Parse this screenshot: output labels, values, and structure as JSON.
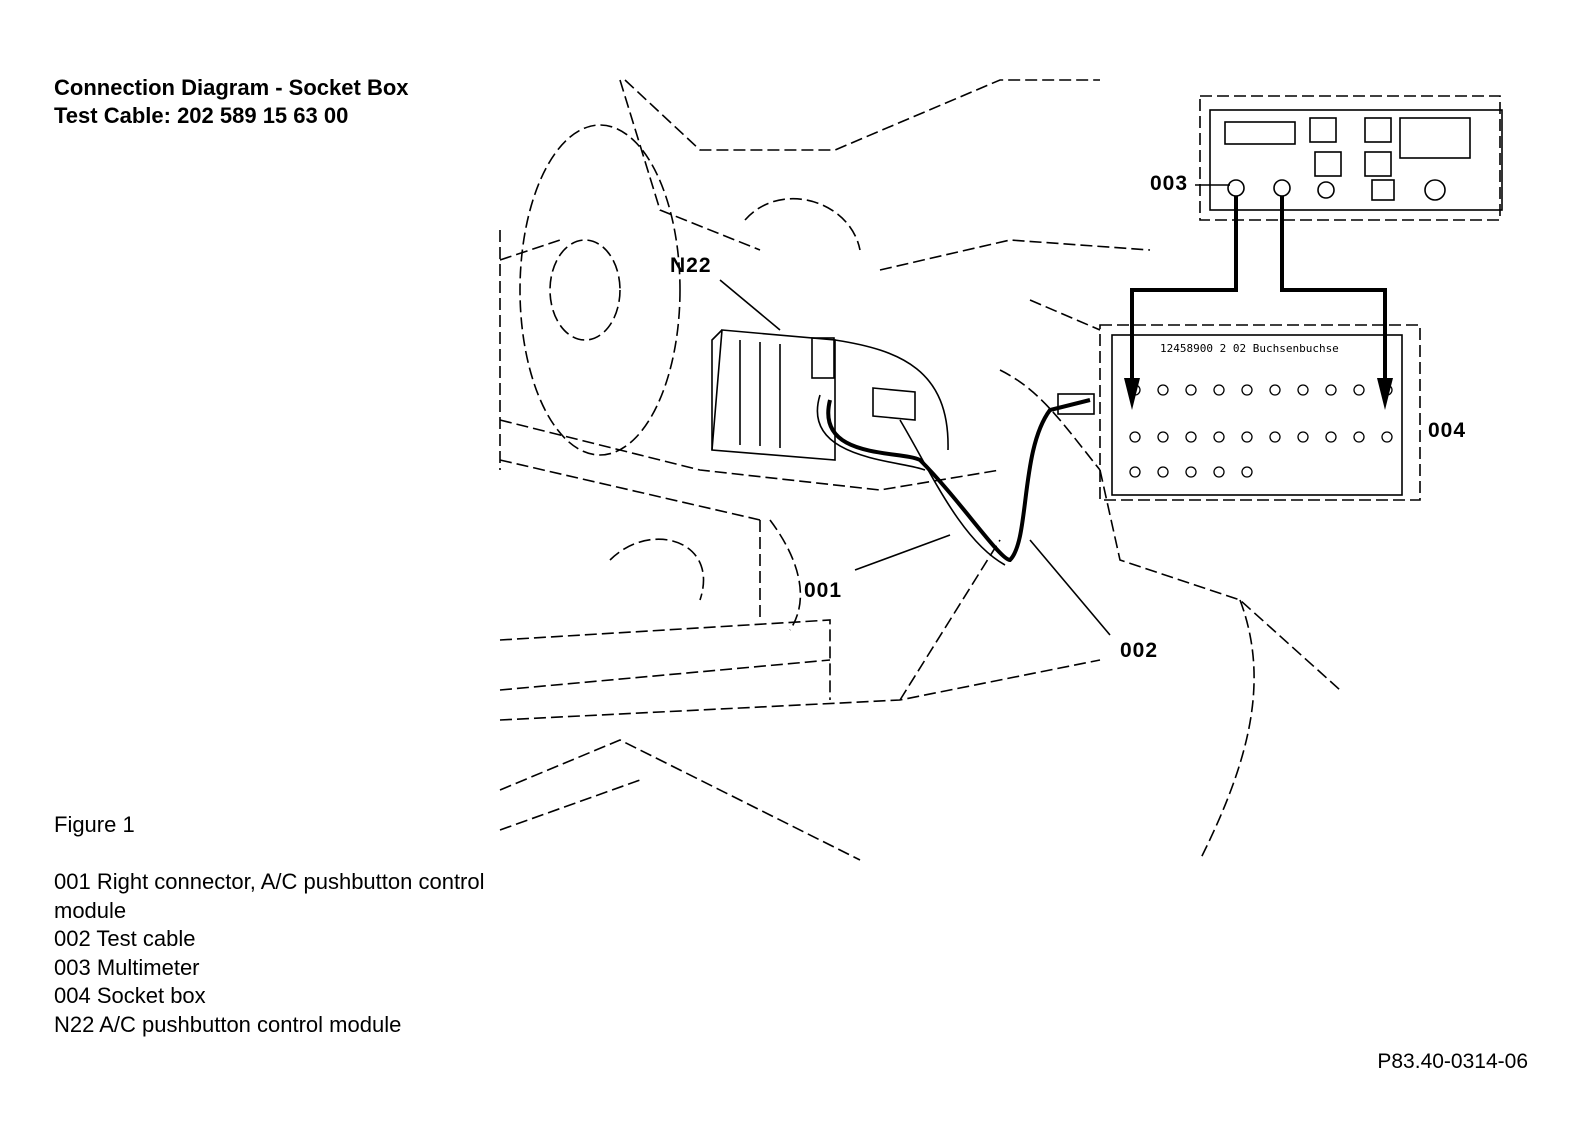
{
  "title": {
    "line1": "Connection Diagram - Socket Box",
    "line2": "Test Cable: 202 589 15 63 00"
  },
  "figure_label": "Figure 1",
  "legend": [
    "001 Right connector, A/C pushbutton control module",
    "002 Test cable",
    "003 Multimeter",
    "004 Socket box",
    "N22 A/C pushbutton control module"
  ],
  "callouts": {
    "c001": "001",
    "c002": "002",
    "c003": "003",
    "c004": "004",
    "cN22": "N22"
  },
  "reference_code": "P83.40-0314-06"
}
